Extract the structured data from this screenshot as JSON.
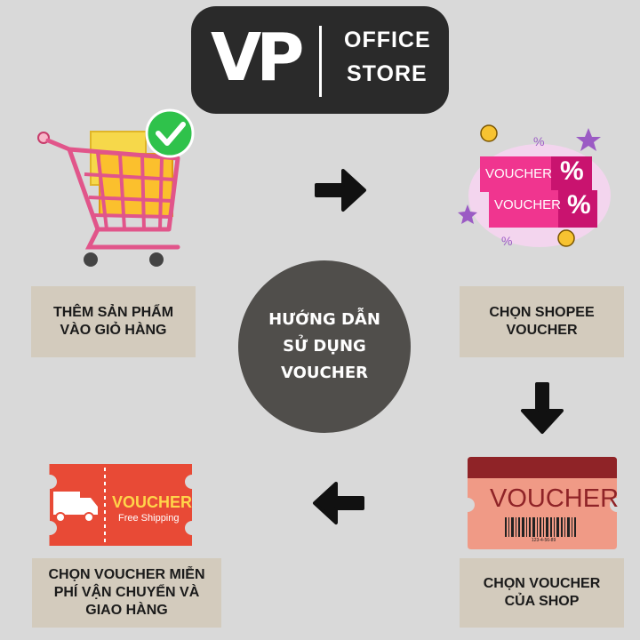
{
  "logo": {
    "brand": "VP",
    "line1": "OFFICE",
    "line2": "STORE",
    "bg_color": "#2a2a2a"
  },
  "center": {
    "line1": "HƯỚNG DẪN",
    "line2": "SỬ DỤNG",
    "line3": "VOUCHER",
    "bg_color": "#504e4b"
  },
  "steps": [
    {
      "label": "THÊM SẢN PHẨM VÀO GIỎ HÀNG",
      "icon": "shopping-cart-icon"
    },
    {
      "label": "CHỌN SHOPEE VOUCHER",
      "icon": "shopee-voucher-icon"
    },
    {
      "label": "CHỌN VOUCHER CỦA SHOP",
      "icon": "shop-voucher-ticket-icon"
    },
    {
      "label": "CHỌN VOUCHER MIỄN PHÍ VẬN CHUYỂN VÀ GIAO HÀNG",
      "icon": "free-shipping-voucher-icon"
    }
  ],
  "shopee_voucher": {
    "ticket1": "VOUCHER",
    "ticket2": "VOUCHER",
    "percent": "%"
  },
  "shop_voucher": {
    "text": "VOUCHER",
    "barcode_number": "123-4-56-89"
  },
  "free_ship": {
    "title": "VOUCHER",
    "subtitle": "Free Shipping"
  },
  "colors": {
    "background": "#d9d9d9",
    "step_box": "#d3cbbd",
    "accent_pink": "#f0358f",
    "ticket_salmon": "#f09a86",
    "ship_red": "#e84a36"
  }
}
